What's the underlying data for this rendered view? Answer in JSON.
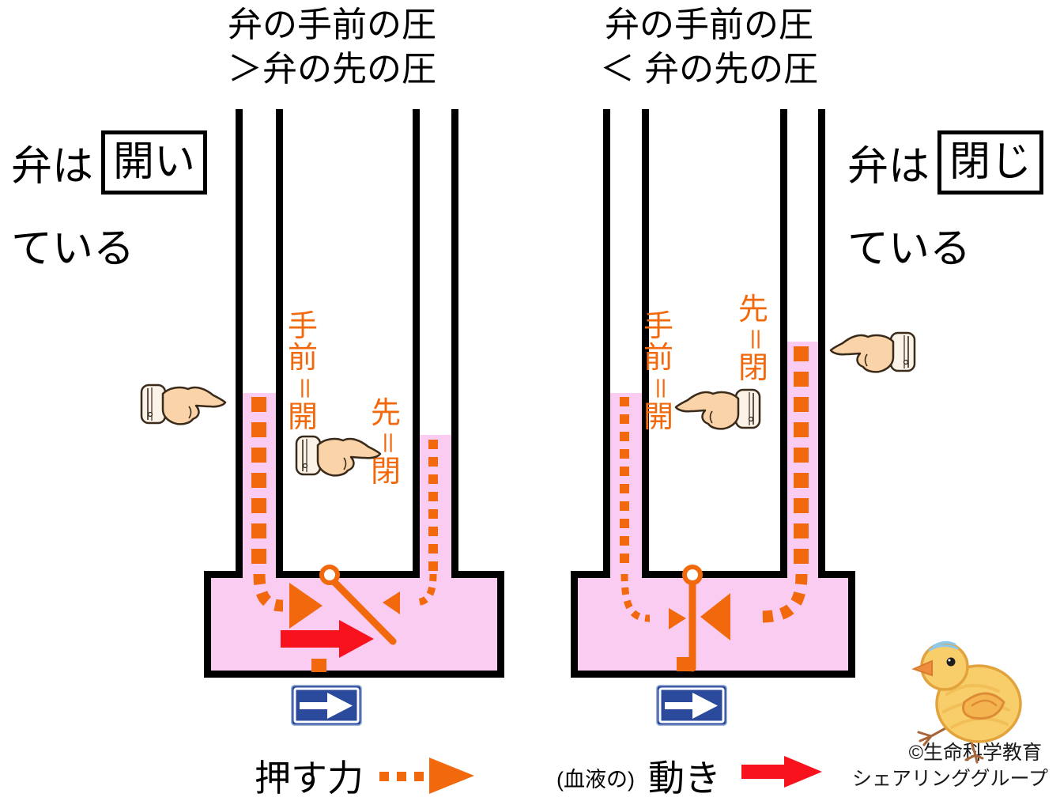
{
  "panels": {
    "left": {
      "title_line1": "弁の手前の圧",
      "title_line2": "＞弁の先の圧",
      "status_prefix": "弁は",
      "status_boxed": "開い",
      "status_suffix": "ている",
      "temae_label": [
        "手",
        "前",
        "＝",
        "開"
      ],
      "saki_label": [
        "先",
        "＝",
        "閉"
      ]
    },
    "right": {
      "title_line1": "弁の手前の圧",
      "title_line2": "＜ 弁の先の圧",
      "status_prefix": "弁は",
      "status_boxed": "閉じ",
      "status_suffix": "ている",
      "temae_label": [
        "手",
        "前",
        "＝",
        "開"
      ],
      "saki_label": [
        "先",
        "＝",
        "閉"
      ]
    }
  },
  "legend": {
    "push_force": "押す力",
    "movement_prefix": "(血液の)",
    "movement": "動き"
  },
  "credit": {
    "line1": "©生命科学教育",
    "line2": "シェアリンググループ"
  },
  "icons": {
    "pointing_hand": "pointing-hand-icon",
    "one_way_sign": "one-way-arrow-sign-icon",
    "chick": "chick-crayon-drawing"
  },
  "colors": {
    "orange": "#F2690D",
    "pink": "#FACCF2",
    "red": "#F8121D",
    "sign_blue": "#2B4A9C"
  }
}
